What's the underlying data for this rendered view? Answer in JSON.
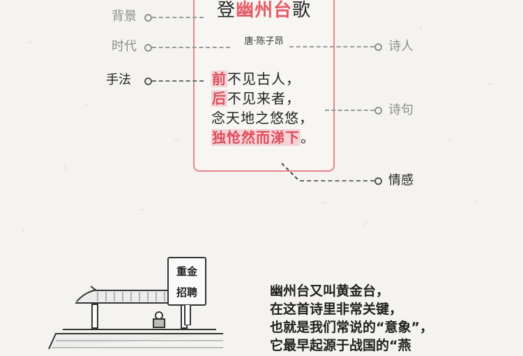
{
  "poem": {
    "title_prefix": "登",
    "title_highlight": "幽州台",
    "title_suffix": "歌",
    "author": "唐·陈子昂",
    "lines": [
      {
        "mark": "前",
        "rest": "不见古人，"
      },
      {
        "mark": "后",
        "rest": "不见来者，"
      },
      {
        "mark": "",
        "rest": "念天地之悠悠，"
      },
      {
        "mark": "独怆然而涕下",
        "rest": "。"
      }
    ]
  },
  "labels": {
    "background": "背景",
    "era": "时代",
    "technique": "手法",
    "poet": "诗人",
    "verses": "诗句",
    "emotion": "情感"
  },
  "sign": {
    "line1": "重金",
    "line2": "招聘"
  },
  "description": [
    "幽州台又叫黄金台，",
    "在这首诗里非常关键，",
    "也就是我们常说的“意象”，",
    "它最早起源于战国的“燕"
  ]
}
